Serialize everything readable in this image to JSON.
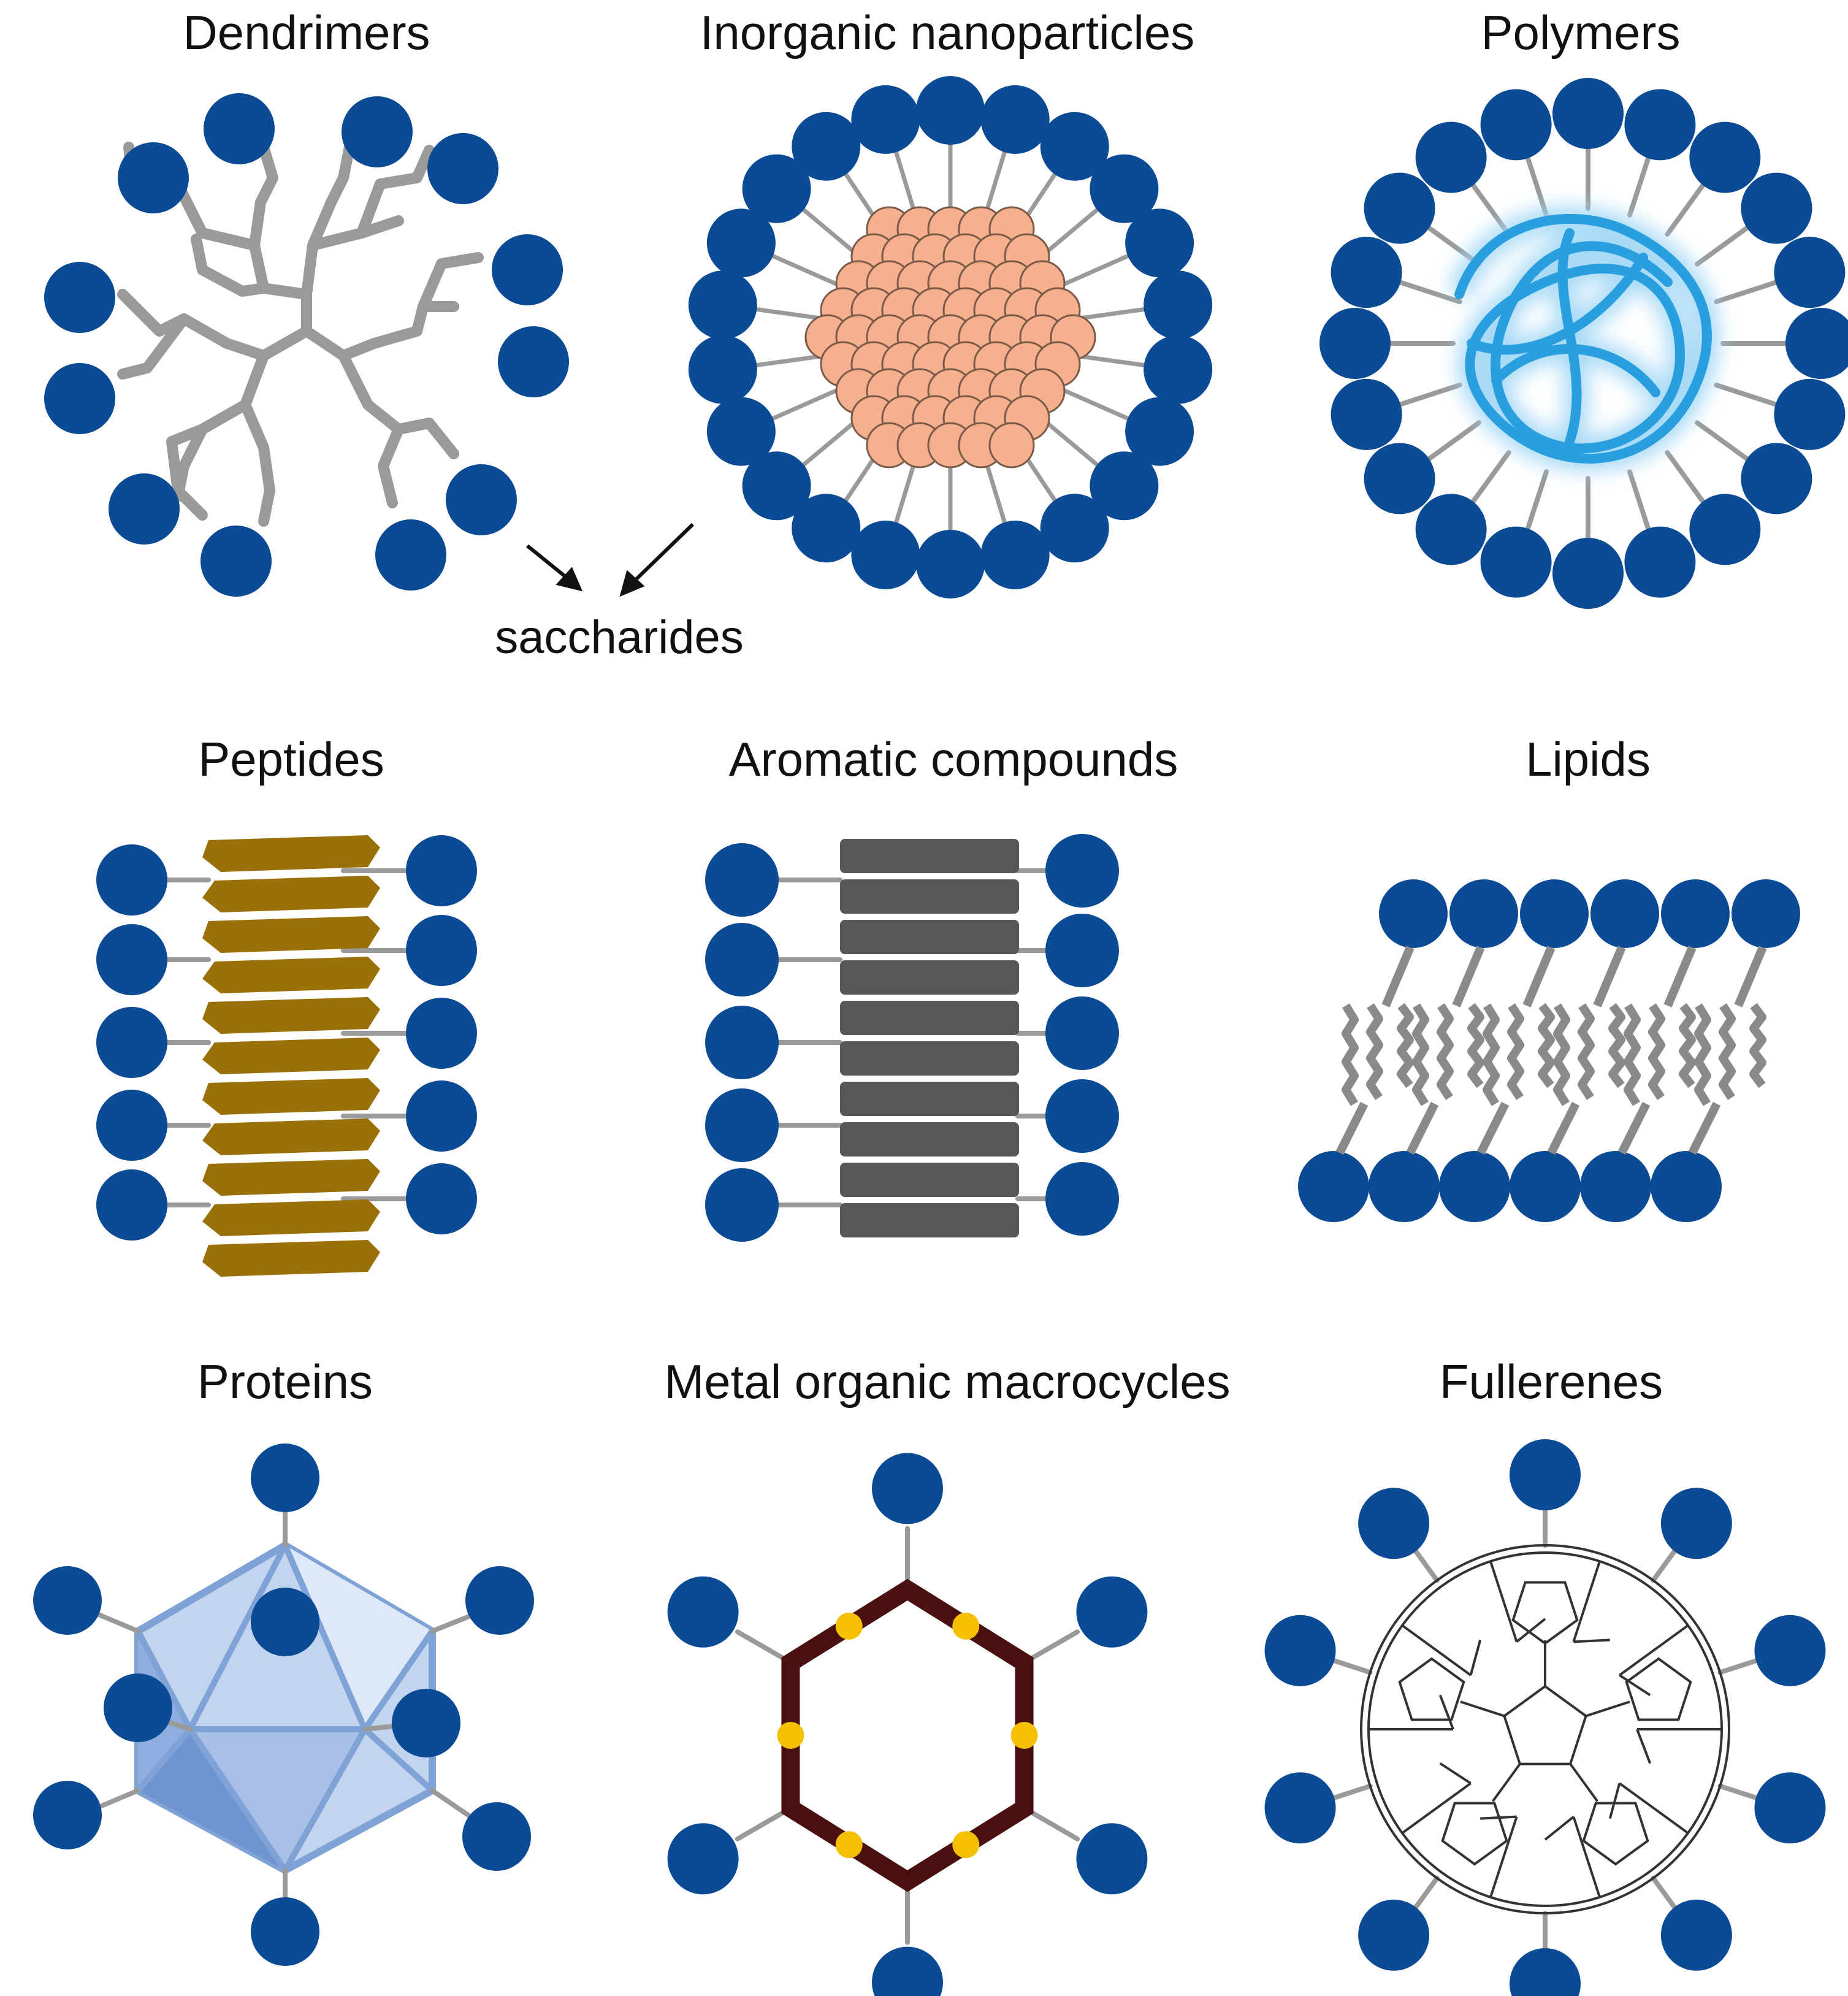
{
  "panels": {
    "dendrimers": {
      "title": "Dendrimers"
    },
    "inorganic": {
      "title": "Inorganic nanoparticles"
    },
    "polymers": {
      "title": "Polymers"
    },
    "peptides": {
      "title": "Peptides"
    },
    "aromatic": {
      "title": "Aromatic compounds"
    },
    "lipids": {
      "title": "Lipids"
    },
    "proteins": {
      "title": "Proteins"
    },
    "macrocycles": {
      "title": "Metal organic macrocycles"
    },
    "fullerenes": {
      "title": "Fullerenes"
    }
  },
  "annotation": {
    "label": "saccharides"
  },
  "colors": {
    "saccharide": "#0b4a94",
    "linker": "#9a9a9a",
    "nanoparticle_core": "#f6b08e",
    "polymer": "#2a9fe0",
    "peptide": "#9a7108",
    "aromatic": "#575757",
    "lipid": "#8a8a8a",
    "protein": "#7fa3d6",
    "macrocycle": "#4a0f0f",
    "metal_node": "#f5c000",
    "fullerene": "#333333"
  }
}
